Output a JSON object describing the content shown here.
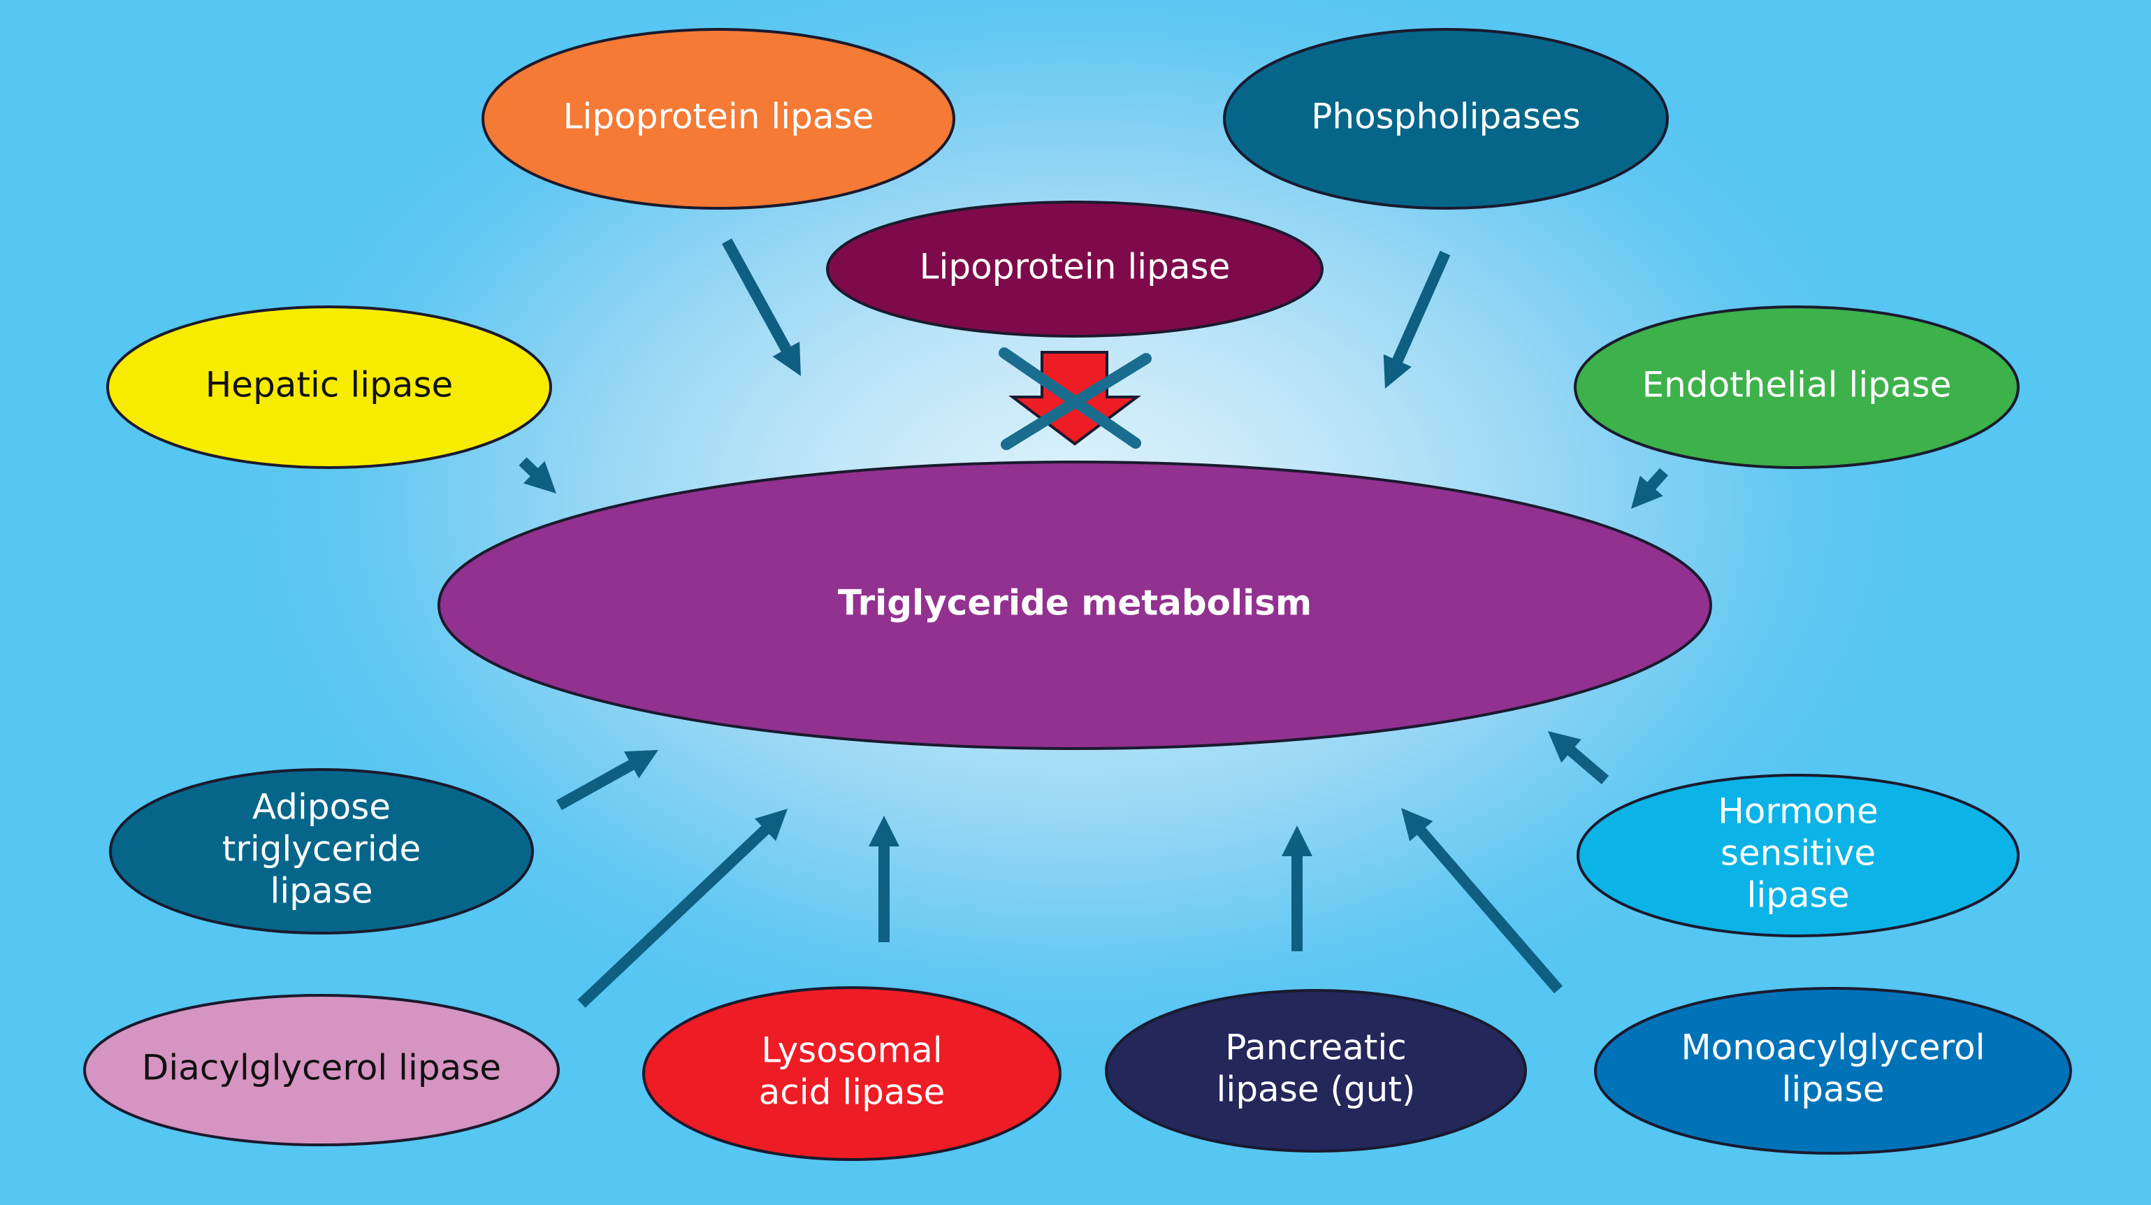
{
  "diagram": {
    "title": "Triglyceride metabolism",
    "center": {
      "label": "Triglyceride metabolism",
      "fill": "#92318f",
      "text_color": "#ffffff"
    },
    "nodes": [
      {
        "id": "lipoprotein-lipase-orange",
        "lines": [
          "Lipoprotein lipase"
        ],
        "fill": "#f47a35",
        "text_color": "#ffffff",
        "relation": "acts-on"
      },
      {
        "id": "phospholipases",
        "lines": [
          "Phospholipases"
        ],
        "fill": "#05668a",
        "text_color": "#ffffff",
        "relation": "acts-on"
      },
      {
        "id": "lipoprotein-lipase-maroon",
        "lines": [
          "Lipoprotein lipase"
        ],
        "fill": "#7e0a4b",
        "text_color": "#ffffff",
        "relation": "blocked"
      },
      {
        "id": "hepatic-lipase",
        "lines": [
          "Hepatic lipase"
        ],
        "fill": "#f7ec00",
        "text_color": "#111111",
        "relation": "acts-on"
      },
      {
        "id": "endothelial-lipase",
        "lines": [
          "Endothelial lipase"
        ],
        "fill": "#3db14a",
        "text_color": "#ffffff",
        "relation": "acts-on"
      },
      {
        "id": "adipose-triglyceride-lipase",
        "lines": [
          "Adipose",
          "triglyceride",
          "lipase"
        ],
        "fill": "#05668a",
        "text_color": "#ffffff",
        "relation": "acts-on"
      },
      {
        "id": "hormone-sensitive-lipase",
        "lines": [
          "Hormone",
          "sensitive",
          "lipase"
        ],
        "fill": "#0bb3e6",
        "text_color": "#ffffff",
        "relation": "acts-on"
      },
      {
        "id": "diacylglycerol-lipase",
        "lines": [
          "Diacylglycerol lipase"
        ],
        "fill": "#d694c2",
        "text_color": "#111111",
        "relation": "acts-on"
      },
      {
        "id": "lysosomal-acid-lipase",
        "lines": [
          "Lysosomal",
          "acid lipase"
        ],
        "fill": "#ee1c25",
        "text_color": "#ffffff",
        "relation": "acts-on"
      },
      {
        "id": "pancreatic-lipase",
        "lines": [
          "Pancreatic",
          "lipase (gut)"
        ],
        "fill": "#23275a",
        "text_color": "#ffffff",
        "relation": "acts-on"
      },
      {
        "id": "monoacylglycerol-lipase",
        "lines": [
          "Monoacylglycerol",
          "lipase"
        ],
        "fill": "#0073b8",
        "text_color": "#ffffff",
        "relation": "acts-on"
      }
    ],
    "arrow_color": "#0e5f82",
    "blocked_arrow_color": "#ee1c25",
    "block_mark_color": "#1a6d8e",
    "background_color": "#56c6f2"
  }
}
